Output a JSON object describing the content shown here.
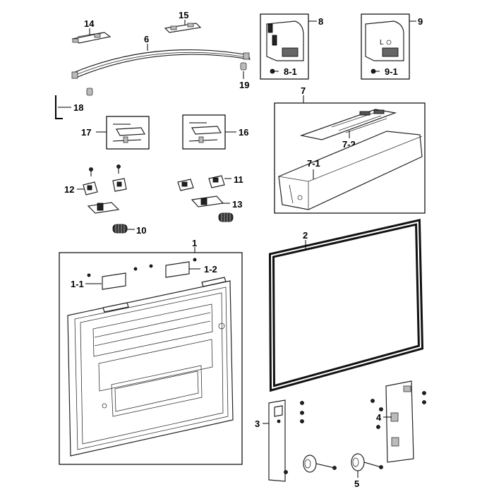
{
  "labels": {
    "p14": "14",
    "p15": "15",
    "p6": "6",
    "p19": "19",
    "p18": "18",
    "p8": "8",
    "p8_1": "8-1",
    "p9": "9",
    "p9_1": "9-1",
    "p17": "17",
    "p16": "16",
    "p7": "7",
    "p7_2": "7-2",
    "p7_1": "7-1",
    "p12": "12",
    "p11": "11",
    "p13": "13",
    "p10": "10",
    "p1": "1",
    "p1_1": "1-1",
    "p1_2": "1-2",
    "p2": "2",
    "p3": "3",
    "p4": "4",
    "p5": "5"
  }
}
